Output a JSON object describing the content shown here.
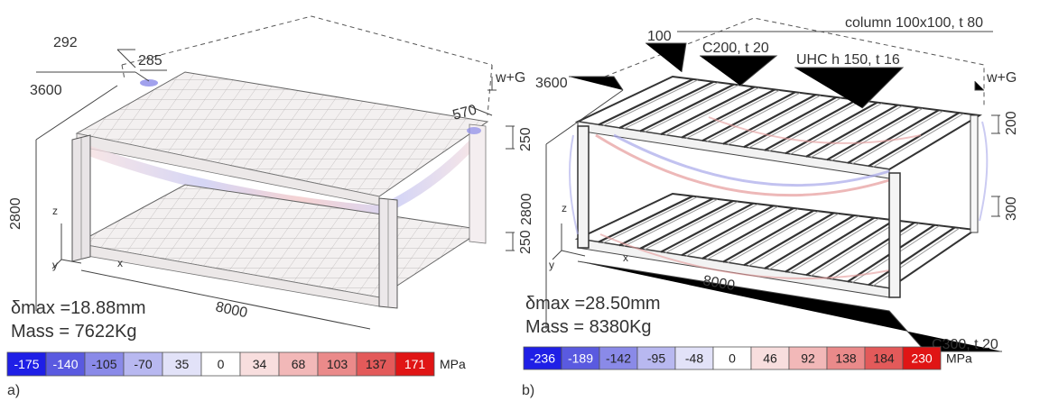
{
  "panel_a": {
    "tag": "a)",
    "dims": {
      "d292": "292",
      "d285": "285",
      "d3600": "3600",
      "d2800": "2800",
      "d8000": "8000",
      "d570": "570",
      "d250_top": "250",
      "d250_bot": "250",
      "load": "w+G"
    },
    "axes": {
      "z": "z",
      "y": "y",
      "x": "x"
    },
    "delta": "δmax =18.88mm",
    "mass": "Mass = 7622Kg",
    "scale": {
      "unit": "MPa",
      "values": [
        "-175",
        "-140",
        "-105",
        "-70",
        "35",
        "0",
        "34",
        "68",
        "103",
        "137",
        "171"
      ],
      "colors": [
        "#1f1fe6",
        "#5a5ae0",
        "#8a8ae8",
        "#b8b8f0",
        "#e2e2f8",
        "#ffffff",
        "#f8dede",
        "#f2b8b8",
        "#ea8a8a",
        "#e35a5a",
        "#e01515"
      ],
      "text_colors": [
        "#ffffff",
        "#ffffff",
        "#222222",
        "#222222",
        "#222222",
        "#222222",
        "#222222",
        "#222222",
        "#222222",
        "#222222",
        "#ffffff"
      ]
    }
  },
  "panel_b": {
    "tag": "b)",
    "dims": {
      "d100": "100",
      "d3600": "3600",
      "d2800": "2800",
      "d8000": "8000",
      "d200": "200",
      "d300": "300",
      "load": "w+G"
    },
    "labels": {
      "column": "column 100x100, t 80",
      "c200": "C200, t 20",
      "uhc": "UHC h 150, t 16",
      "c300": "C300, t 20"
    },
    "axes": {
      "z": "z",
      "y": "y",
      "x": "x"
    },
    "delta": "δmax =28.50mm",
    "mass": "Mass = 8380Kg",
    "scale": {
      "unit": "MPa",
      "values": [
        "-236",
        "-189",
        "-142",
        "-95",
        "-48",
        "0",
        "46",
        "92",
        "138",
        "184",
        "230"
      ],
      "colors": [
        "#1f1fe6",
        "#5a5ae0",
        "#8a8ae8",
        "#b8b8f0",
        "#e2e2f8",
        "#ffffff",
        "#f8dede",
        "#f2b8b8",
        "#ea8a8a",
        "#e35a5a",
        "#e01515"
      ],
      "text_colors": [
        "#ffffff",
        "#ffffff",
        "#222222",
        "#222222",
        "#222222",
        "#222222",
        "#222222",
        "#222222",
        "#222222",
        "#222222",
        "#ffffff"
      ]
    }
  }
}
